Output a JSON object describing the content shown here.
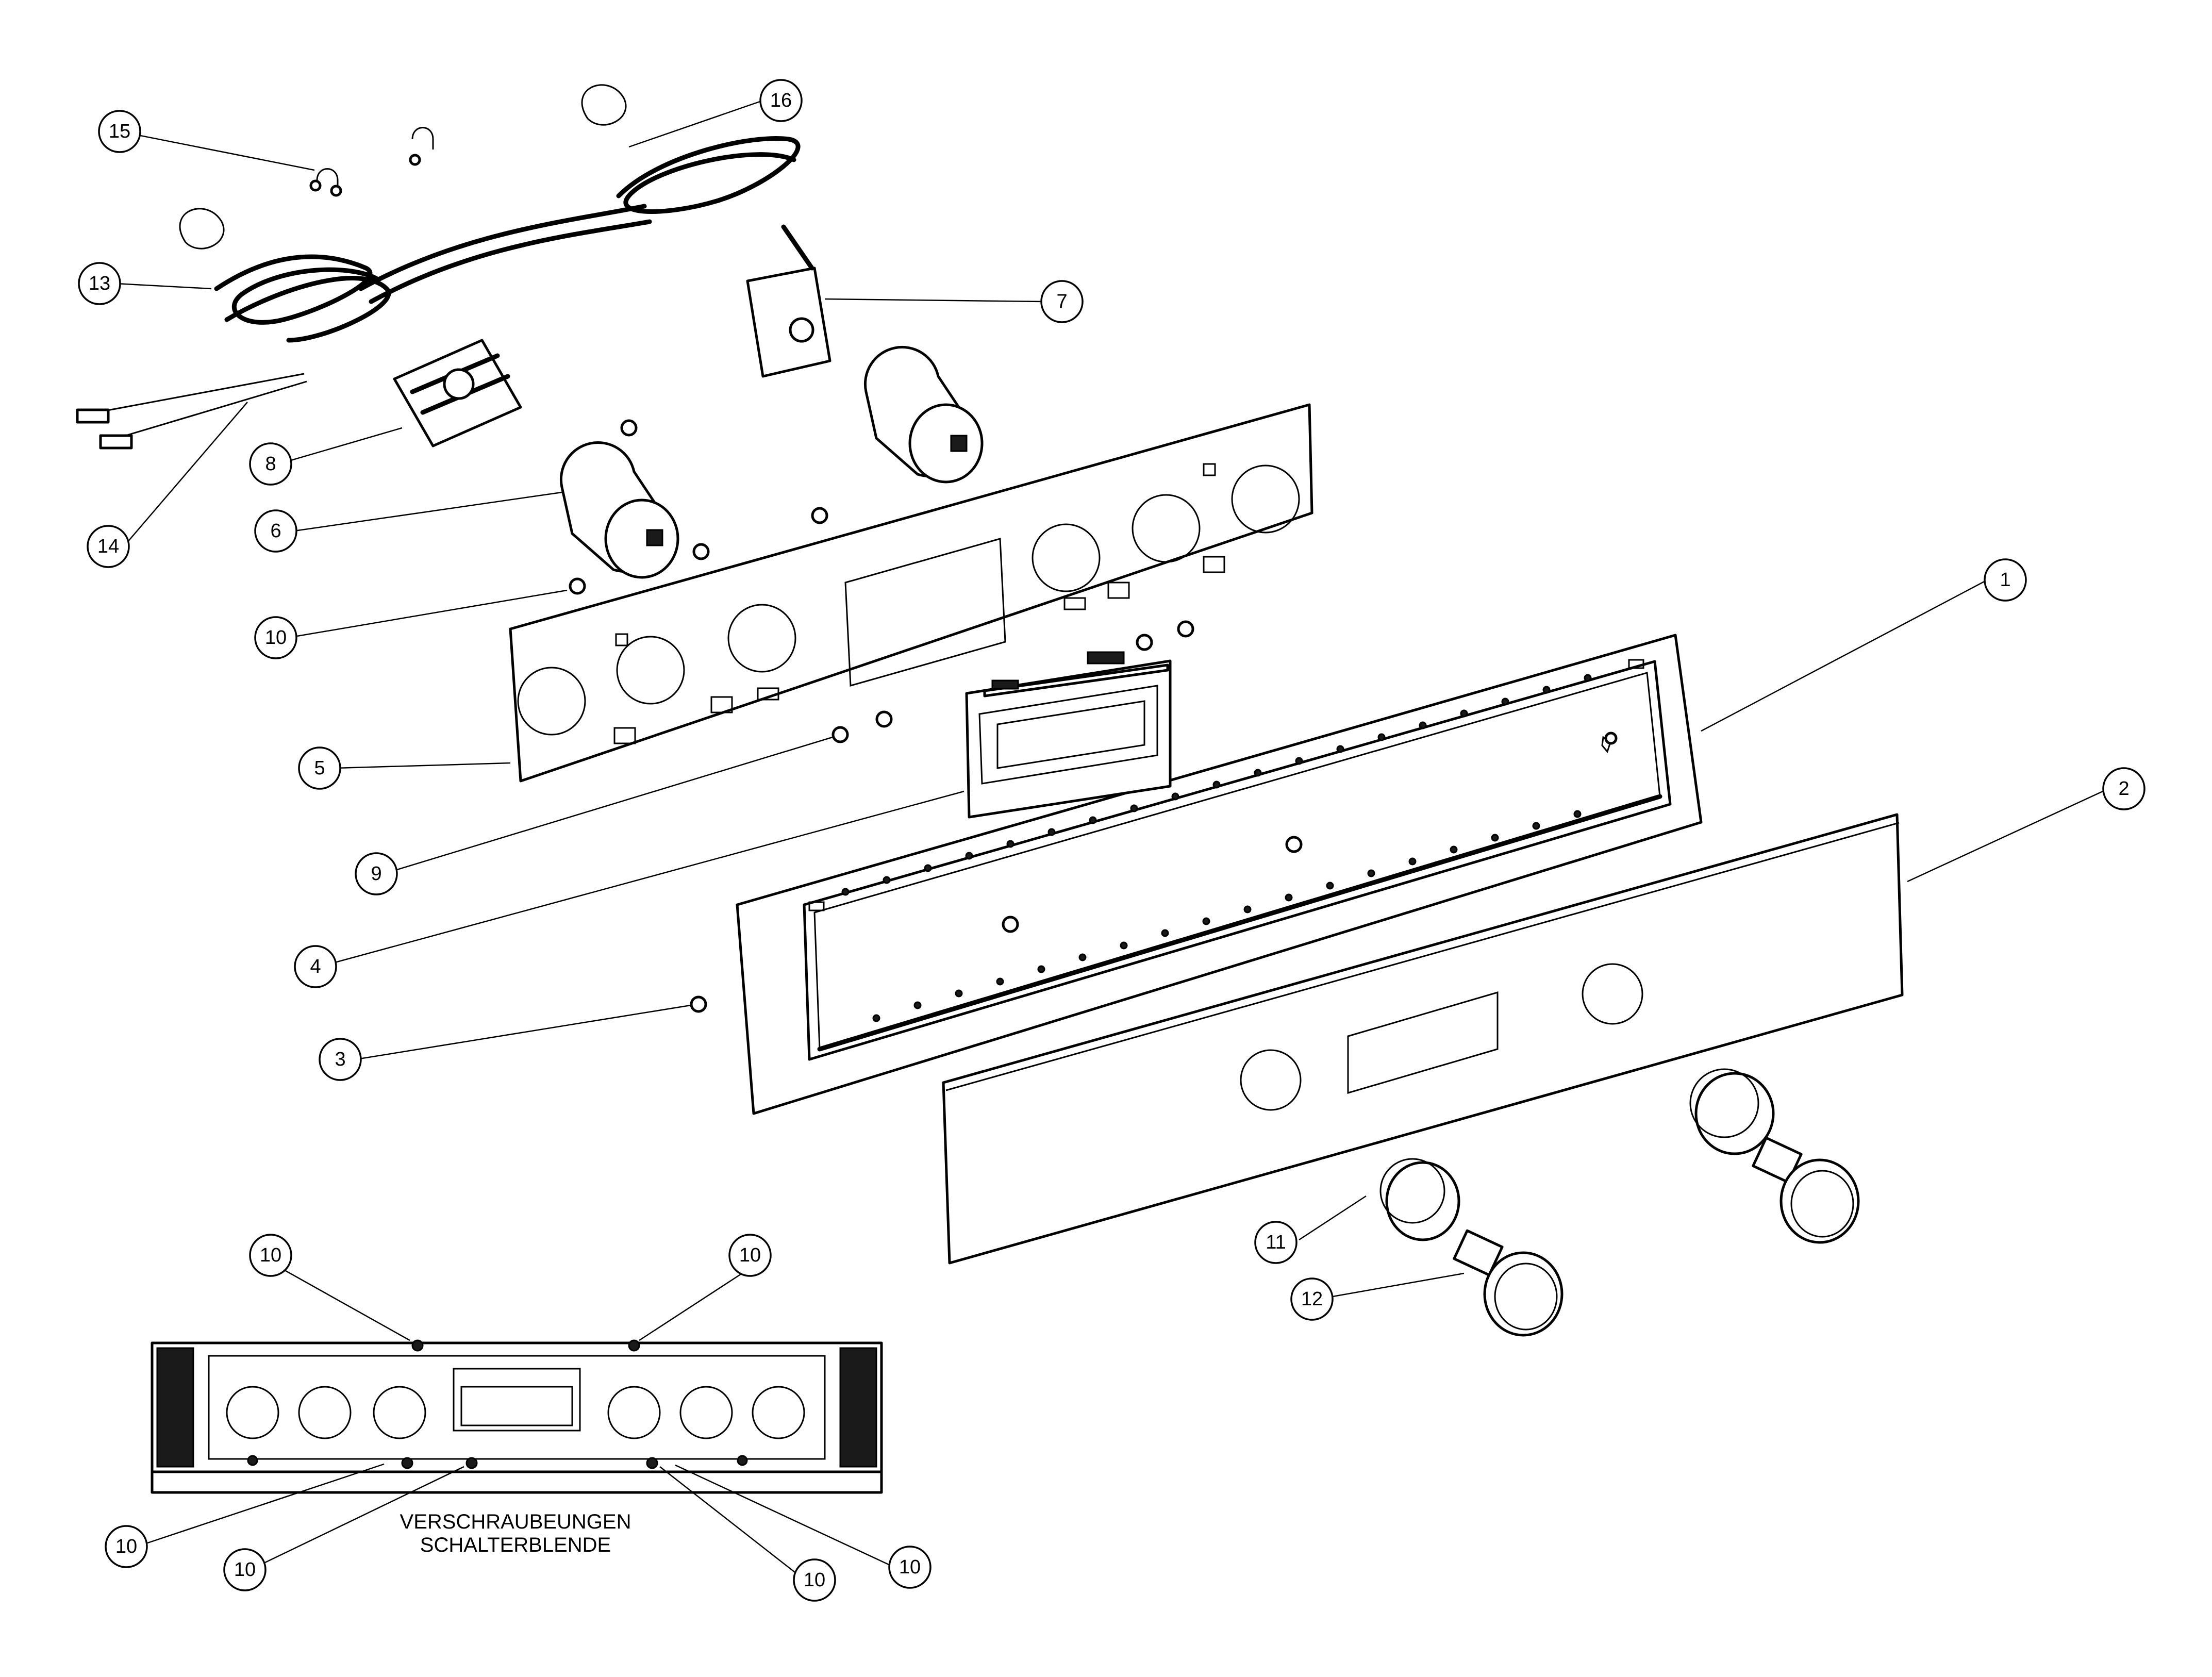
{
  "diagram": {
    "callouts": [
      "1",
      "2",
      "3",
      "4",
      "5",
      "6",
      "7",
      "8",
      "9",
      "10",
      "11",
      "12",
      "13",
      "14",
      "15",
      "16"
    ],
    "detail_callouts": [
      "10",
      "10",
      "10",
      "10",
      "10",
      "10"
    ],
    "caption_line1": "VERSCHRAUBEUNGEN",
    "caption_line2": "SCHALTERBLENDE"
  }
}
